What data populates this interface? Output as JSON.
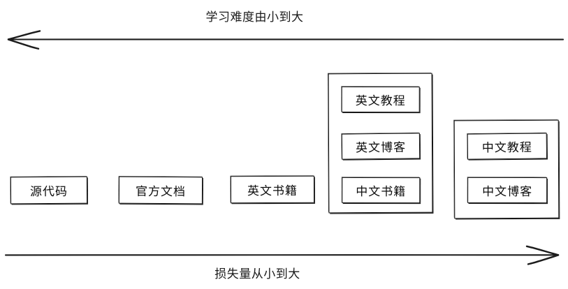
{
  "diagram": {
    "top_axis": {
      "label": "学习难度由小到大",
      "direction": "left",
      "arrow_icon": "arrow-left-icon"
    },
    "bottom_axis": {
      "label": "损失量从小到大",
      "direction": "right",
      "arrow_icon": "arrow-right-icon"
    },
    "items": [
      {
        "label": "源代码"
      },
      {
        "label": "官方文档"
      },
      {
        "label": "英文书籍"
      }
    ],
    "groups": [
      {
        "name": "group-english-mixed",
        "items": [
          {
            "label": "英文教程"
          },
          {
            "label": "英文博客"
          },
          {
            "label": "中文书籍"
          }
        ]
      },
      {
        "name": "group-chinese",
        "items": [
          {
            "label": "中文教程"
          },
          {
            "label": "中文博客"
          }
        ]
      }
    ],
    "colors": {
      "stroke": "#111111",
      "text": "#0d0d0d",
      "background": "#ffffff"
    }
  }
}
